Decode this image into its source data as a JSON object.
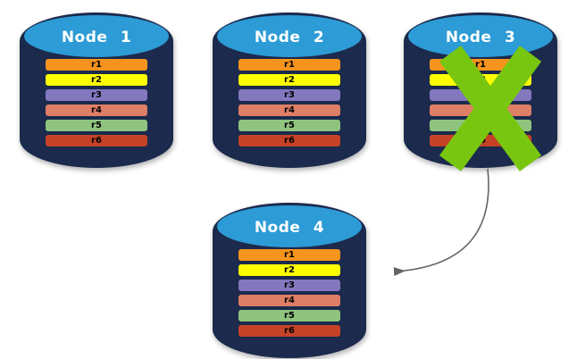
{
  "diagram": {
    "title_hint": "replicated database nodes with failed node re-replicating to new node",
    "rows": [
      "r1",
      "r2",
      "r3",
      "r4",
      "r5",
      "r6"
    ],
    "row_colors": {
      "r1": "#F7941E",
      "r2": "#FDFD00",
      "r3": "#8377BE",
      "r4": "#DF7E66",
      "r5": "#90C47E",
      "r6": "#C64227"
    },
    "nodes": [
      {
        "label": "Node 1",
        "failed": false
      },
      {
        "label": "Node 2",
        "failed": false
      },
      {
        "label": "Node 3",
        "failed": true
      },
      {
        "label": "Node 4",
        "failed": false
      }
    ],
    "colors": {
      "cylinder_body": "#1B2A4D",
      "cylinder_top": "#2D9BD5",
      "node_label_text": "#FFFFFF",
      "row_label_text": "#000000",
      "failure_x": "#78C60F",
      "arrow": "#646464",
      "background": "#FFFFFF"
    },
    "arrow": {
      "from": "Node 3",
      "to": "Node 4"
    }
  }
}
